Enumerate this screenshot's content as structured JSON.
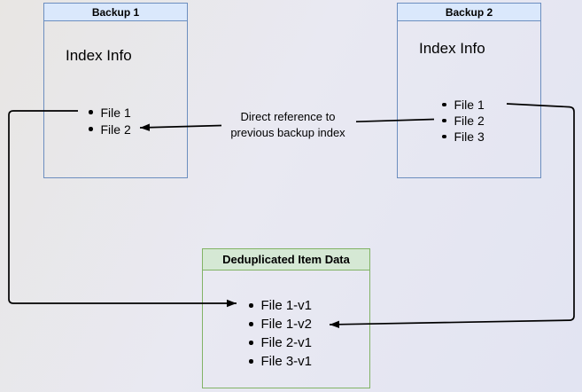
{
  "theme": {
    "bg_start": "#e8e6e3",
    "bg_mid": "#e9e9f2",
    "bg_end": "#e2e4f2",
    "blue_fill": "#dae8fc",
    "blue_border": "#6c8ebf",
    "green_fill": "#d5e8d4",
    "green_border": "#82b366",
    "line": "#000000",
    "text": "#000000"
  },
  "diagram": {
    "backup1": {
      "title": "Backup 1",
      "info": "Index Info",
      "files": [
        "File 1",
        "File 2"
      ]
    },
    "backup2": {
      "title": "Backup 2",
      "info": "Index Info",
      "files": [
        "File 1",
        "File 2",
        "File 3"
      ]
    },
    "dedup": {
      "title": "Deduplicated Item Data",
      "files": [
        "File 1-v1",
        "File 1-v2",
        "File 2-v1",
        "File 3-v1"
      ]
    },
    "edge_label": {
      "line1": "Direct reference to",
      "line2": "previous backup index"
    }
  }
}
